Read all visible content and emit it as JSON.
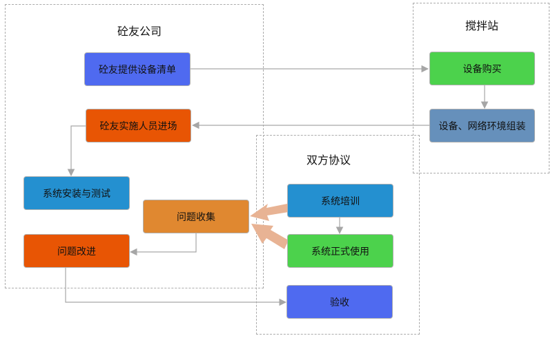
{
  "groups": {
    "company": {
      "title": "砼友公司"
    },
    "station": {
      "title": "搅拌站"
    },
    "agreement": {
      "title": "双方协议"
    }
  },
  "nodes": {
    "provide_list": {
      "label": "砼友提供设备清单",
      "color": "#4f6af0"
    },
    "staff_entry": {
      "label": "砼友实施人员进场",
      "color": "#e85504"
    },
    "install_test": {
      "label": "系统安装与测试",
      "color": "#2490d0"
    },
    "collect_issues": {
      "label": "问题收集",
      "color": "#e08830"
    },
    "improve_issues": {
      "label": "问题改进",
      "color": "#e85504"
    },
    "purchase": {
      "label": "设备购买",
      "color": "#4cd24c"
    },
    "assembly": {
      "label": "设备、网络环境组装",
      "color": "#6690bb"
    },
    "training": {
      "label": "系统培训",
      "color": "#2490d0"
    },
    "formal_use": {
      "label": "系统正式使用",
      "color": "#4cd24c"
    },
    "acceptance": {
      "label": "验收",
      "color": "#4f6af0"
    }
  },
  "colors": {
    "connector": "#a6a6a6",
    "feedback_arrow": "#e8b394"
  }
}
